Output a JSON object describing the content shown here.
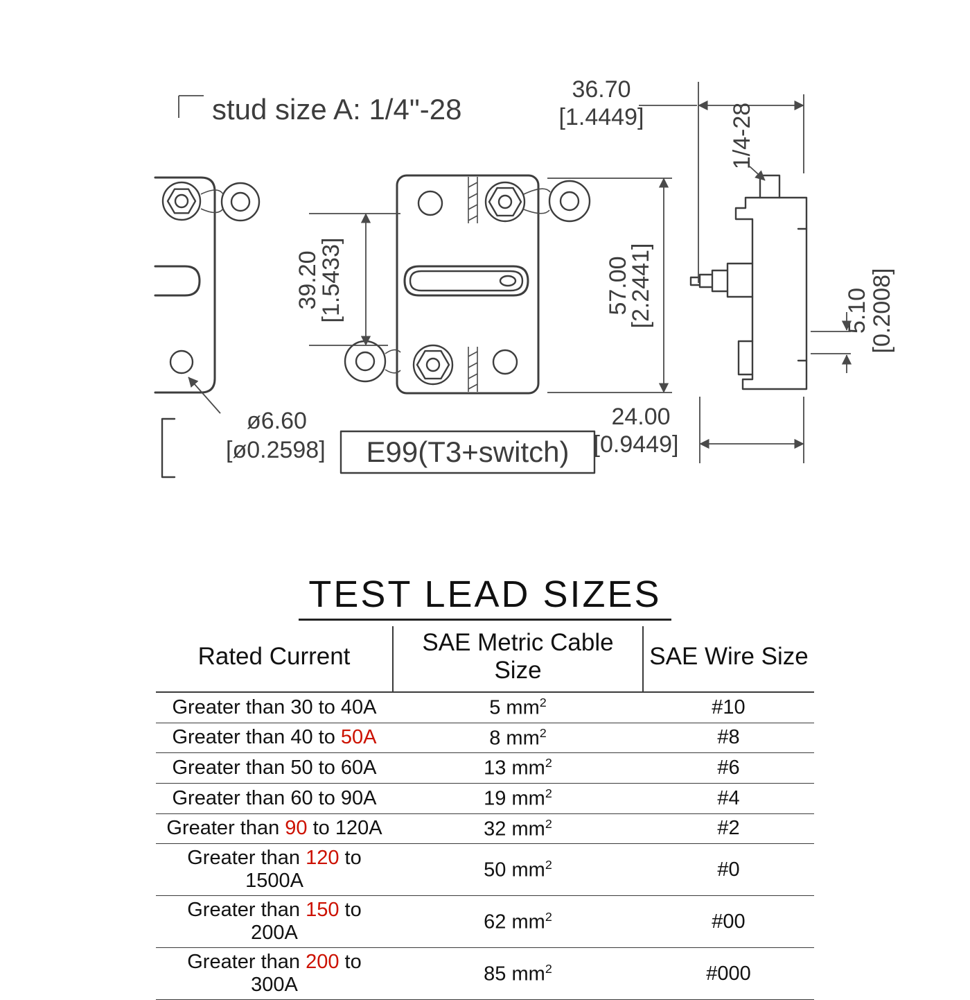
{
  "drawing": {
    "stud_size_label": "stud size A: 1/4\"-28",
    "model_label": "E99(T3+switch)",
    "dims": {
      "width_top_mm": "36.70",
      "width_top_in": "[1.4449]",
      "thread": "1/4-28",
      "slot_height_mm": "39.20",
      "slot_height_in": "[1.5433]",
      "body_height_mm": "57.00",
      "body_height_in": "[2.2441]",
      "flange_mm": "5.10",
      "flange_in": "[0.2008]",
      "hole_dia_mm": "ø6.60",
      "hole_dia_in": "[ø0.2598]",
      "depth_mm": "24.00",
      "depth_in": "[0.9449]"
    },
    "colors": {
      "line": "#3d3d3d"
    }
  },
  "table": {
    "title": "TEST LEAD SIZES",
    "red_color": "#cc1100",
    "headers": [
      "Rated Current",
      "SAE Metric Cable Size",
      "SAE Wire Size"
    ],
    "rows": [
      {
        "current": [
          {
            "text": "Greater than 30 to 40A",
            "red": false
          }
        ],
        "cable": {
          "base": "5 mm",
          "sup": "2"
        },
        "wire": "#10"
      },
      {
        "current": [
          {
            "text": "Greater than 40 to ",
            "red": false
          },
          {
            "text": "50A",
            "red": true
          }
        ],
        "cable": {
          "base": "8 mm",
          "sup": "2"
        },
        "wire": "#8"
      },
      {
        "current": [
          {
            "text": "Greater than 50 to 60A",
            "red": false
          }
        ],
        "cable": {
          "base": "13 mm",
          "sup": "2"
        },
        "wire": "#6"
      },
      {
        "current": [
          {
            "text": "Greater than 60 to 90A",
            "red": false
          }
        ],
        "cable": {
          "base": "19 mm",
          "sup": "2"
        },
        "wire": "#4"
      },
      {
        "current": [
          {
            "text": "Greater than ",
            "red": false
          },
          {
            "text": "90",
            "red": true
          },
          {
            "text": " to 120A",
            "red": false
          }
        ],
        "cable": {
          "base": "32 mm",
          "sup": "2"
        },
        "wire": "#2"
      },
      {
        "current": [
          {
            "text": "Greater than ",
            "red": false
          },
          {
            "text": "120",
            "red": true
          },
          {
            "text": " to 1500A",
            "red": false
          }
        ],
        "cable": {
          "base": "50 mm",
          "sup": "2"
        },
        "wire": "#0"
      },
      {
        "current": [
          {
            "text": "Greater than ",
            "red": false
          },
          {
            "text": "150",
            "red": true
          },
          {
            "text": " to 200A",
            "red": false
          }
        ],
        "cable": {
          "base": "62 mm",
          "sup": "2"
        },
        "wire": "#00"
      },
      {
        "current": [
          {
            "text": "Greater than ",
            "red": false
          },
          {
            "text": "200",
            "red": true
          },
          {
            "text": " to 300A",
            "red": false
          }
        ],
        "cable": {
          "base": "85 mm",
          "sup": "2"
        },
        "wire": "#000"
      }
    ]
  }
}
